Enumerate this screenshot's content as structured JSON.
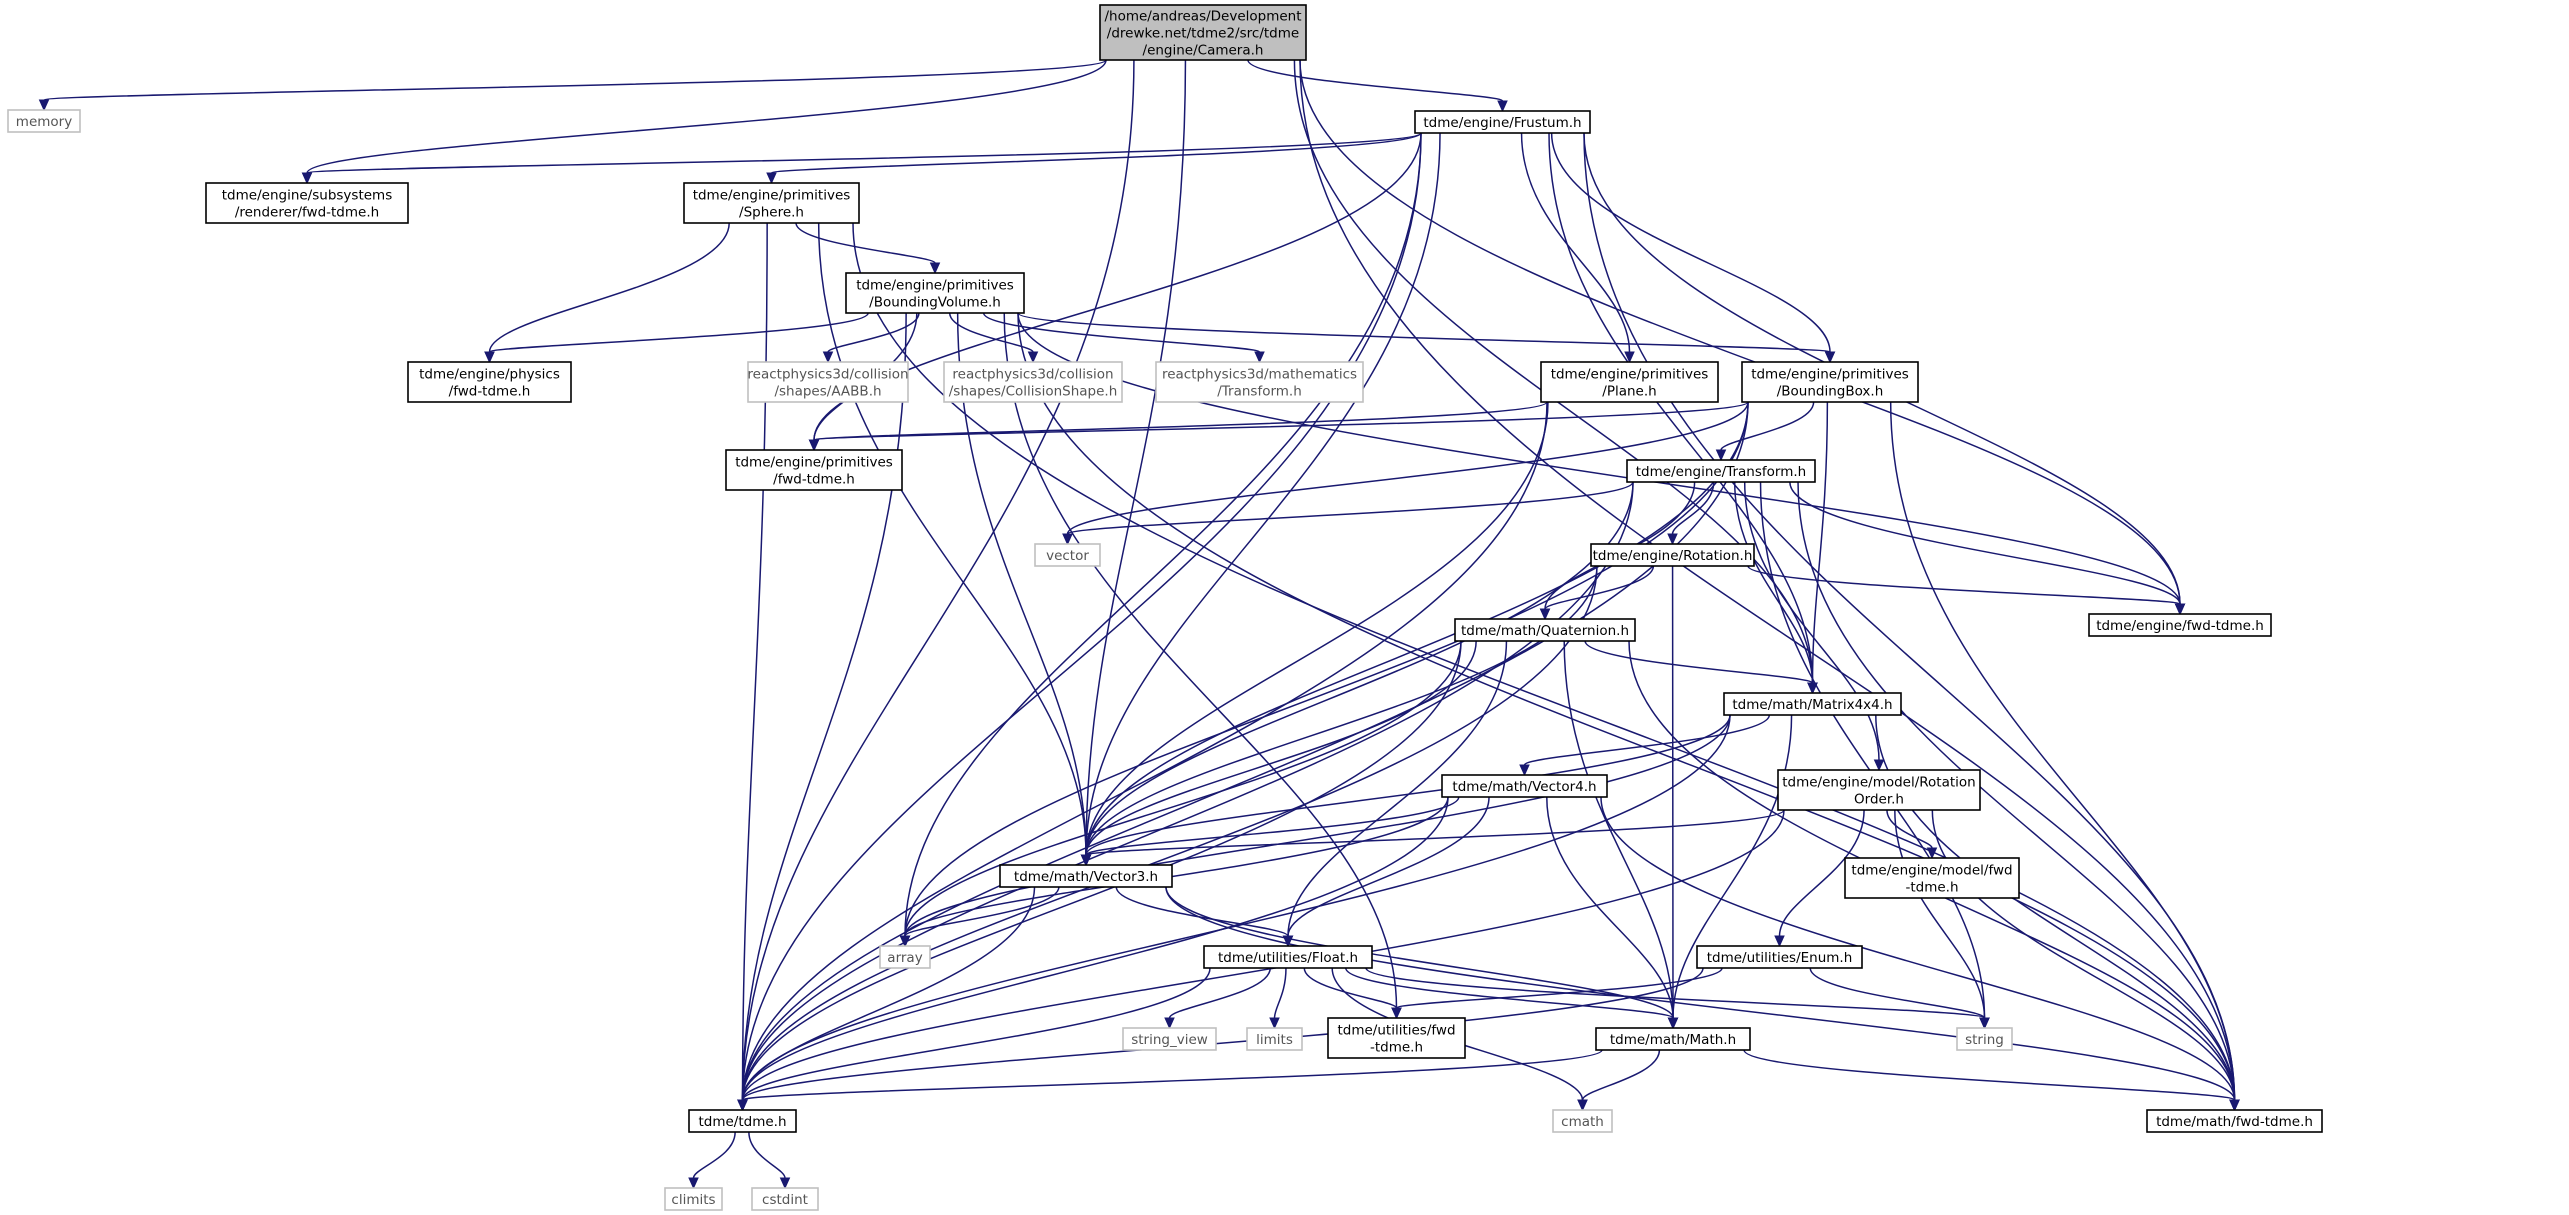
{
  "root": "camera",
  "nodes": {
    "camera": {
      "lines": [
        "/home/andreas/Development",
        "/drewke.net/tdme2/src/tdme",
        "/engine/Camera.h"
      ],
      "kind": "root"
    },
    "memory": {
      "lines": [
        "memory"
      ],
      "kind": "ext"
    },
    "frustum": {
      "lines": [
        "tdme/engine/Frustum.h"
      ],
      "kind": "file"
    },
    "renderer_fwd": {
      "lines": [
        "tdme/engine/subsystems",
        "/renderer/fwd-tdme.h"
      ],
      "kind": "file"
    },
    "sphere": {
      "lines": [
        "tdme/engine/primitives",
        "/Sphere.h"
      ],
      "kind": "file"
    },
    "boundingvolume": {
      "lines": [
        "tdme/engine/primitives",
        "/BoundingVolume.h"
      ],
      "kind": "file"
    },
    "physics_fwd": {
      "lines": [
        "tdme/engine/physics",
        "/fwd-tdme.h"
      ],
      "kind": "file"
    },
    "rp3d_aabb": {
      "lines": [
        "reactphysics3d/collision",
        "/shapes/AABB.h"
      ],
      "kind": "ext"
    },
    "rp3d_colshape": {
      "lines": [
        "reactphysics3d/collision",
        "/shapes/CollisionShape.h"
      ],
      "kind": "ext"
    },
    "rp3d_transform": {
      "lines": [
        "reactphysics3d/mathematics",
        "/Transform.h"
      ],
      "kind": "ext"
    },
    "plane": {
      "lines": [
        "tdme/engine/primitives",
        "/Plane.h"
      ],
      "kind": "file"
    },
    "boundingbox": {
      "lines": [
        "tdme/engine/primitives",
        "/BoundingBox.h"
      ],
      "kind": "file"
    },
    "primitives_fwd": {
      "lines": [
        "tdme/engine/primitives",
        "/fwd-tdme.h"
      ],
      "kind": "file"
    },
    "transform": {
      "lines": [
        "tdme/engine/Transform.h"
      ],
      "kind": "file"
    },
    "vector": {
      "lines": [
        "vector"
      ],
      "kind": "ext"
    },
    "rotation": {
      "lines": [
        "tdme/engine/Rotation.h"
      ],
      "kind": "file"
    },
    "engine_fwd": {
      "lines": [
        "tdme/engine/fwd-tdme.h"
      ],
      "kind": "file"
    },
    "quaternion": {
      "lines": [
        "tdme/math/Quaternion.h"
      ],
      "kind": "file"
    },
    "matrix4x4": {
      "lines": [
        "tdme/math/Matrix4x4.h"
      ],
      "kind": "file"
    },
    "vector4": {
      "lines": [
        "tdme/math/Vector4.h"
      ],
      "kind": "file"
    },
    "rotationorder": {
      "lines": [
        "tdme/engine/model/Rotation",
        "Order.h"
      ],
      "kind": "file"
    },
    "model_fwd": {
      "lines": [
        "tdme/engine/model/fwd",
        "-tdme.h"
      ],
      "kind": "file"
    },
    "vector3": {
      "lines": [
        "tdme/math/Vector3.h"
      ],
      "kind": "file"
    },
    "array": {
      "lines": [
        "array"
      ],
      "kind": "ext"
    },
    "float": {
      "lines": [
        "tdme/utilities/Float.h"
      ],
      "kind": "file"
    },
    "enum": {
      "lines": [
        "tdme/utilities/Enum.h"
      ],
      "kind": "file"
    },
    "string_view": {
      "lines": [
        "string_view"
      ],
      "kind": "ext"
    },
    "limits": {
      "lines": [
        "limits"
      ],
      "kind": "ext"
    },
    "utilities_fwd": {
      "lines": [
        "tdme/utilities/fwd",
        "-tdme.h"
      ],
      "kind": "file"
    },
    "math": {
      "lines": [
        "tdme/math/Math.h"
      ],
      "kind": "file"
    },
    "string": {
      "lines": [
        "string"
      ],
      "kind": "ext"
    },
    "cmath": {
      "lines": [
        "cmath"
      ],
      "kind": "ext"
    },
    "tdme_h": {
      "lines": [
        "tdme/tdme.h"
      ],
      "kind": "file"
    },
    "math_fwd": {
      "lines": [
        "tdme/math/fwd-tdme.h"
      ],
      "kind": "file"
    },
    "climits": {
      "lines": [
        "climits"
      ],
      "kind": "ext"
    },
    "cstdint": {
      "lines": [
        "cstdint"
      ],
      "kind": "ext"
    }
  },
  "edges": [
    [
      "camera",
      "memory"
    ],
    [
      "camera",
      "renderer_fwd"
    ],
    [
      "camera",
      "frustum"
    ],
    [
      "camera",
      "engine_fwd"
    ],
    [
      "camera",
      "matrix4x4"
    ],
    [
      "camera",
      "vector3"
    ],
    [
      "camera",
      "tdme_h"
    ],
    [
      "camera",
      "math_fwd"
    ],
    [
      "frustum",
      "renderer_fwd"
    ],
    [
      "frustum",
      "sphere"
    ],
    [
      "frustum",
      "plane"
    ],
    [
      "frustum",
      "boundingbox"
    ],
    [
      "frustum",
      "primitives_fwd"
    ],
    [
      "frustum",
      "engine_fwd"
    ],
    [
      "frustum",
      "matrix4x4"
    ],
    [
      "frustum",
      "vector3"
    ],
    [
      "frustum",
      "array"
    ],
    [
      "frustum",
      "tdme_h"
    ],
    [
      "frustum",
      "math_fwd"
    ],
    [
      "sphere",
      "boundingvolume"
    ],
    [
      "sphere",
      "physics_fwd"
    ],
    [
      "sphere",
      "vector3"
    ],
    [
      "sphere",
      "tdme_h"
    ],
    [
      "sphere",
      "math_fwd"
    ],
    [
      "boundingvolume",
      "physics_fwd"
    ],
    [
      "boundingvolume",
      "rp3d_aabb"
    ],
    [
      "boundingvolume",
      "rp3d_colshape"
    ],
    [
      "boundingvolume",
      "rp3d_transform"
    ],
    [
      "boundingvolume",
      "boundingbox"
    ],
    [
      "boundingvolume",
      "primitives_fwd"
    ],
    [
      "boundingvolume",
      "engine_fwd"
    ],
    [
      "boundingvolume",
      "vector3"
    ],
    [
      "boundingvolume",
      "utilities_fwd"
    ],
    [
      "boundingvolume",
      "tdme_h"
    ],
    [
      "boundingvolume",
      "math_fwd"
    ],
    [
      "plane",
      "primitives_fwd"
    ],
    [
      "plane",
      "vector3"
    ],
    [
      "plane",
      "tdme_h"
    ],
    [
      "boundingbox",
      "primitives_fwd"
    ],
    [
      "boundingbox",
      "transform"
    ],
    [
      "boundingbox",
      "vector"
    ],
    [
      "boundingbox",
      "matrix4x4"
    ],
    [
      "boundingbox",
      "vector3"
    ],
    [
      "boundingbox",
      "array"
    ],
    [
      "boundingbox",
      "tdme_h"
    ],
    [
      "boundingbox",
      "math_fwd"
    ],
    [
      "transform",
      "vector"
    ],
    [
      "transform",
      "rotation"
    ],
    [
      "transform",
      "engine_fwd"
    ],
    [
      "transform",
      "quaternion"
    ],
    [
      "transform",
      "matrix4x4"
    ],
    [
      "transform",
      "rotationorder"
    ],
    [
      "transform",
      "vector3"
    ],
    [
      "transform",
      "string"
    ],
    [
      "transform",
      "tdme_h"
    ],
    [
      "transform",
      "math_fwd"
    ],
    [
      "rotation",
      "engine_fwd"
    ],
    [
      "rotation",
      "quaternion"
    ],
    [
      "rotation",
      "vector3"
    ],
    [
      "rotation",
      "math"
    ],
    [
      "rotation",
      "tdme_h"
    ],
    [
      "quaternion",
      "matrix4x4"
    ],
    [
      "quaternion",
      "vector3"
    ],
    [
      "quaternion",
      "math"
    ],
    [
      "quaternion",
      "float"
    ],
    [
      "quaternion",
      "array"
    ],
    [
      "quaternion",
      "tdme_h"
    ],
    [
      "quaternion",
      "math_fwd"
    ],
    [
      "matrix4x4",
      "vector4"
    ],
    [
      "matrix4x4",
      "vector3"
    ],
    [
      "matrix4x4",
      "math"
    ],
    [
      "matrix4x4",
      "array"
    ],
    [
      "matrix4x4",
      "tdme_h"
    ],
    [
      "matrix4x4",
      "math_fwd"
    ],
    [
      "vector4",
      "vector3"
    ],
    [
      "vector4",
      "float"
    ],
    [
      "vector4",
      "math"
    ],
    [
      "vector4",
      "array"
    ],
    [
      "vector4",
      "tdme_h"
    ],
    [
      "vector4",
      "math_fwd"
    ],
    [
      "rotationorder",
      "model_fwd"
    ],
    [
      "rotationorder",
      "enum"
    ],
    [
      "rotationorder",
      "vector3"
    ],
    [
      "rotationorder",
      "string"
    ],
    [
      "rotationorder",
      "tdme_h"
    ],
    [
      "rotationorder",
      "math_fwd"
    ],
    [
      "vector3",
      "float"
    ],
    [
      "vector3",
      "math"
    ],
    [
      "vector3",
      "array"
    ],
    [
      "vector3",
      "tdme_h"
    ],
    [
      "vector3",
      "math_fwd"
    ],
    [
      "float",
      "string_view"
    ],
    [
      "float",
      "limits"
    ],
    [
      "float",
      "utilities_fwd"
    ],
    [
      "float",
      "math"
    ],
    [
      "float",
      "string"
    ],
    [
      "float",
      "cmath"
    ],
    [
      "float",
      "tdme_h"
    ],
    [
      "enum",
      "utilities_fwd"
    ],
    [
      "enum",
      "string"
    ],
    [
      "enum",
      "tdme_h"
    ],
    [
      "math",
      "cmath"
    ],
    [
      "math",
      "tdme_h"
    ],
    [
      "math",
      "math_fwd"
    ],
    [
      "tdme_h",
      "climits"
    ],
    [
      "tdme_h",
      "cstdint"
    ]
  ]
}
